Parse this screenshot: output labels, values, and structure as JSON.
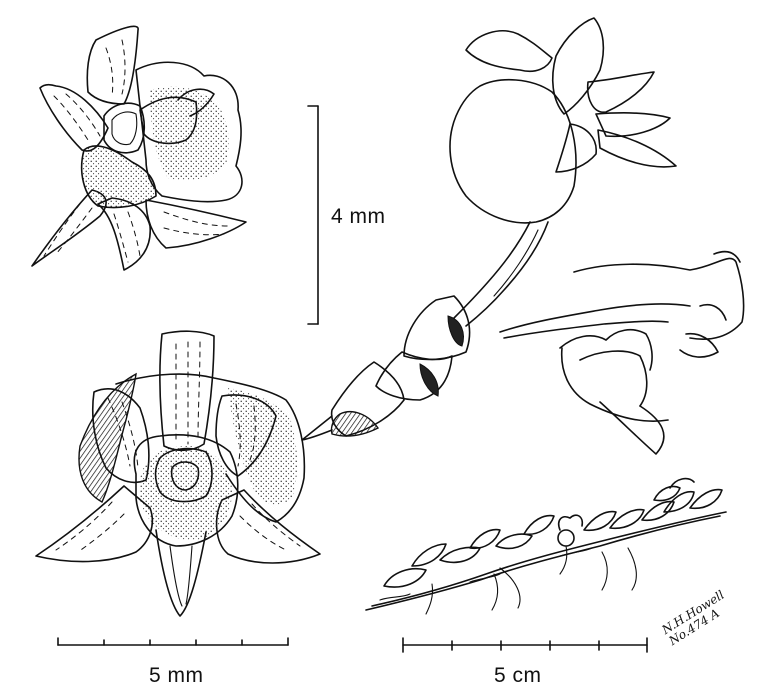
{
  "scale_bars": {
    "vertical": {
      "label": "4 mm"
    },
    "flower_front": {
      "label": "5 mm"
    },
    "habit": {
      "label": "5 cm"
    }
  },
  "signature": {
    "name": "N.H.Howell",
    "number": "No.474 A"
  }
}
